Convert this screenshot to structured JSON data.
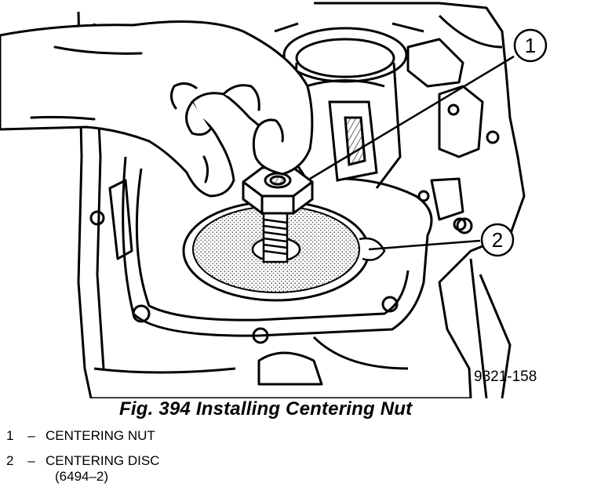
{
  "figure": {
    "caption": "Fig. 394 Installing Centering Nut",
    "figure_id": "9321-158",
    "callouts": [
      {
        "number": "1",
        "label": "CENTERING NUT"
      },
      {
        "number": "2",
        "label": "CENTERING DISC",
        "sublabel": "(6494–2)"
      }
    ],
    "dash": "–"
  }
}
